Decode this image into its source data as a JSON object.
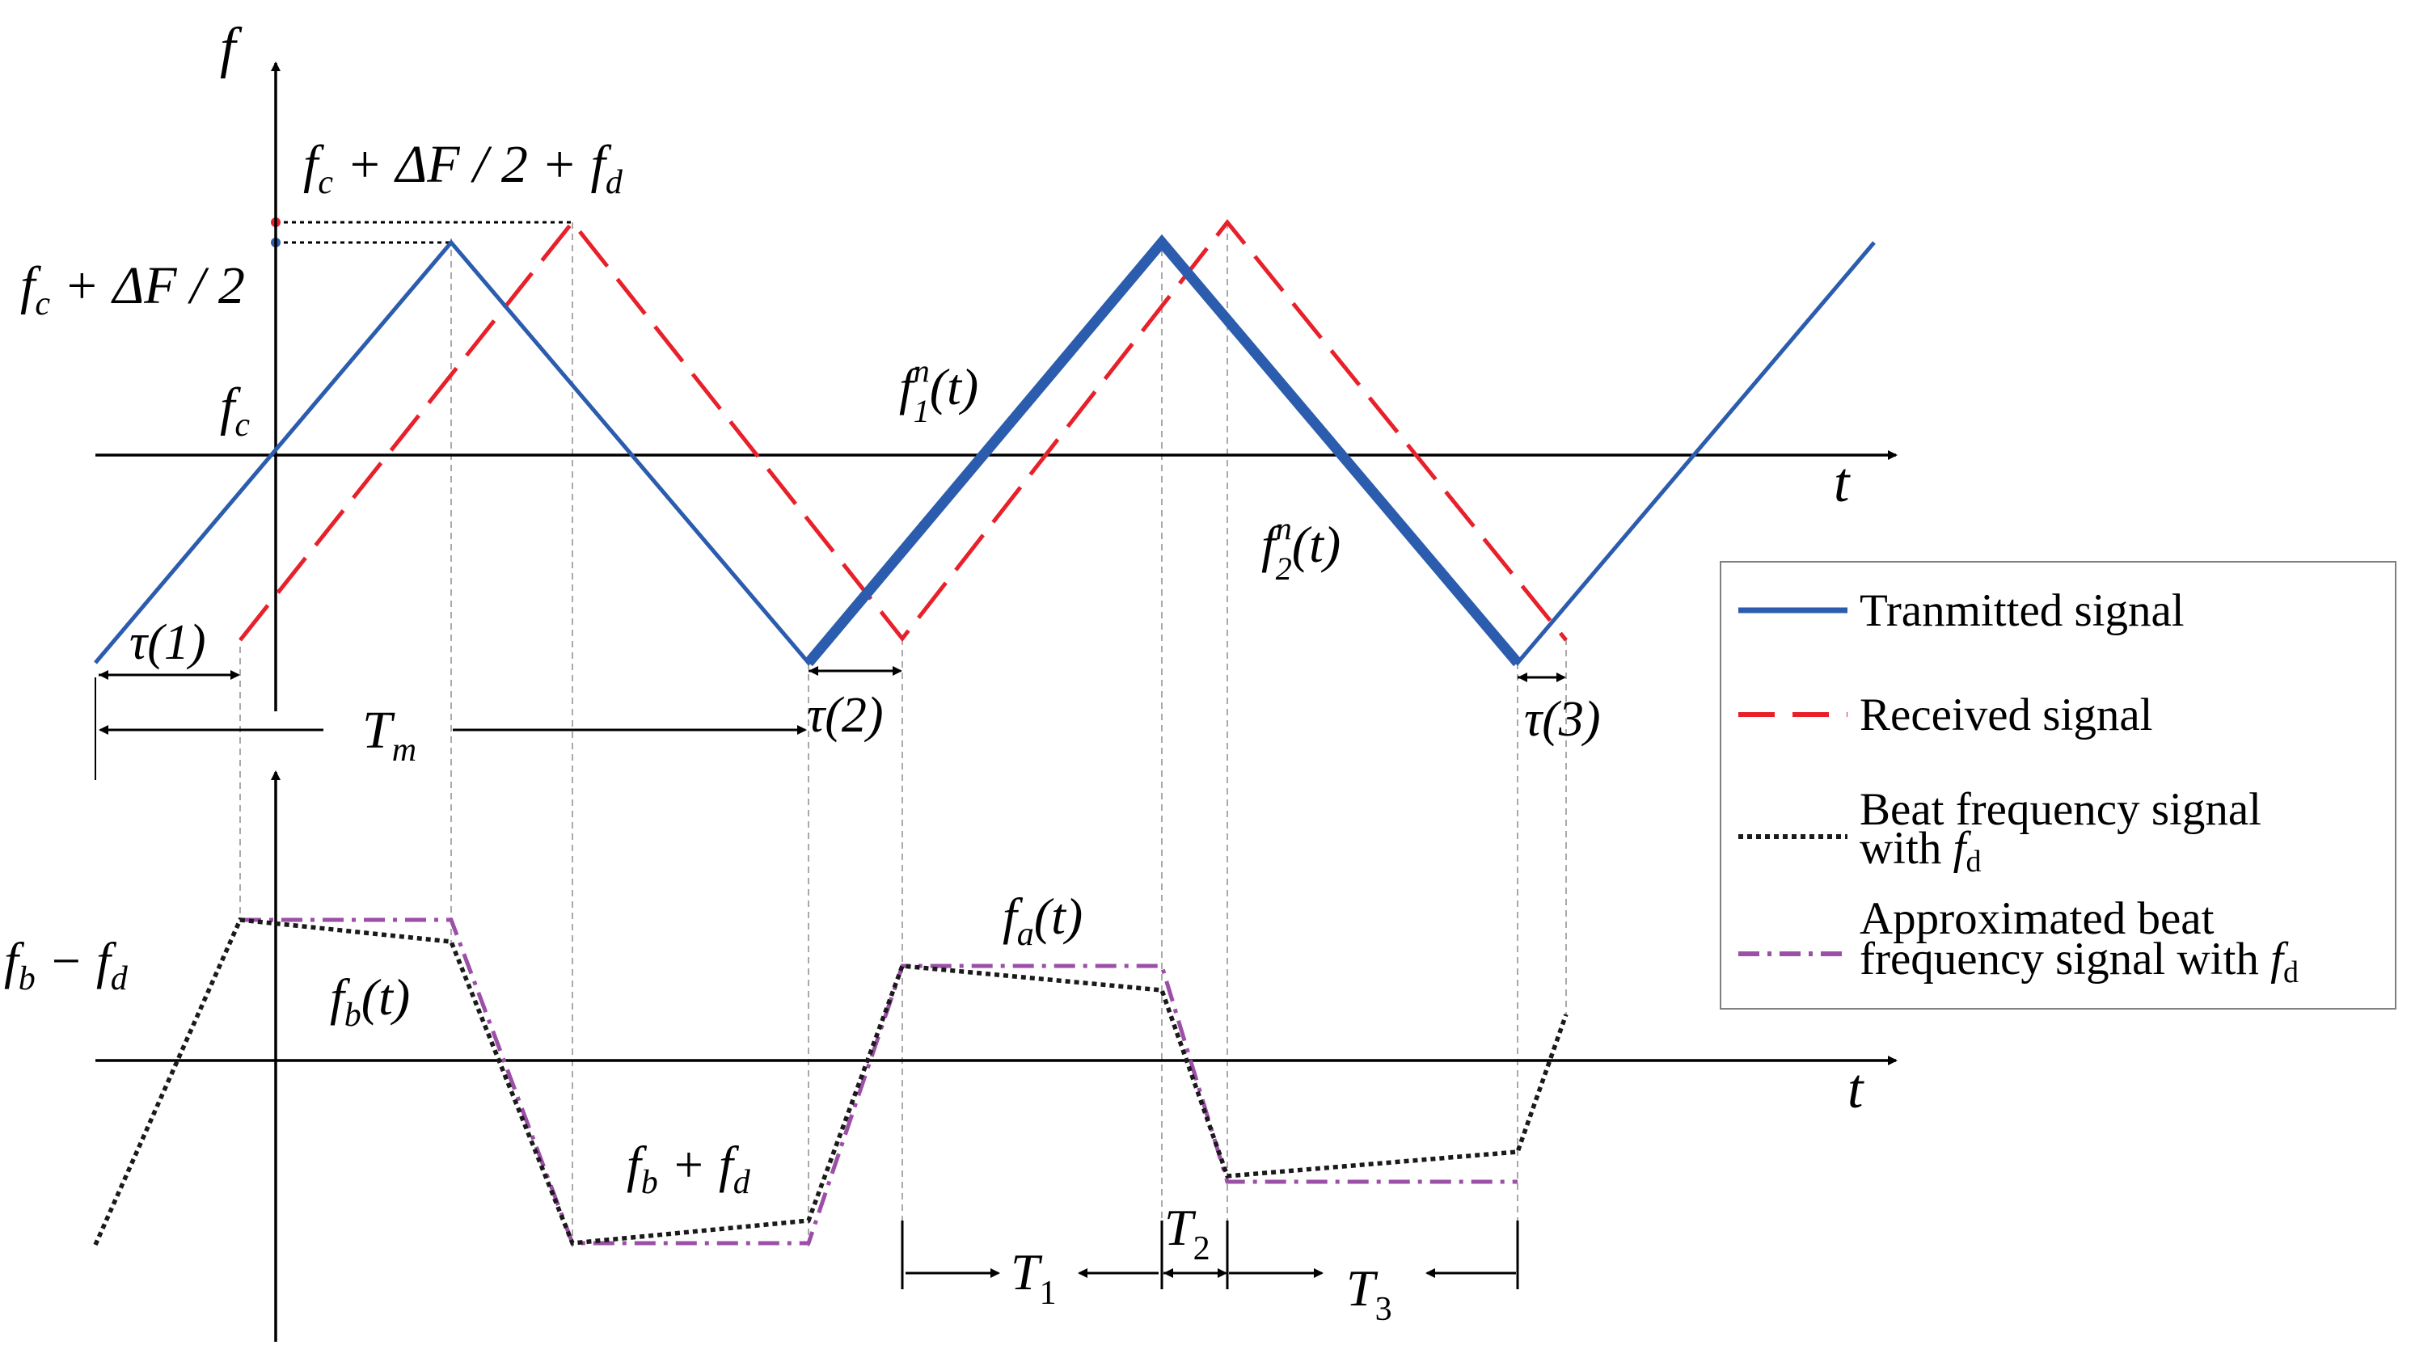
{
  "labels": {
    "f_axis": "f",
    "t_axis_top": "t",
    "t_axis_bottom": "t",
    "fc": "f",
    "fc_sub": "c",
    "fc_plus_half_pre": "f",
    "fc_plus_half_sub": "c",
    "fc_plus_half_rest": " + ΔF / 2",
    "fc_plus_half_fd_pre": "f",
    "fc_plus_half_fd_sub": "c",
    "fc_plus_half_fd_mid": " + ΔF / 2 + f",
    "fc_plus_half_fd_sub2": "d",
    "f1n": "f",
    "f1n_sub": "1",
    "f1n_sup": "n",
    "f1n_arg": "(t)",
    "f2n": "f",
    "f2n_sub": "2",
    "f2n_sup": "n",
    "f2n_arg": "(t)",
    "tau1": "τ(1)",
    "tau2": "τ(2)",
    "tau3": "τ(3)",
    "Tm": "T",
    "Tm_sub": "m",
    "fb_minus_fd_pre": "f",
    "fb_minus_fd_sub": "b",
    "fb_minus_fd_mid": " − f",
    "fb_minus_fd_sub2": "d",
    "fbt": "f",
    "fbt_sub": "b",
    "fbt_arg": "(t)",
    "fb_plus_fd_pre": "f",
    "fb_plus_fd_sub": "b",
    "fb_plus_fd_mid": " + f",
    "fb_plus_fd_sub2": "d",
    "fat": "f",
    "fat_sub": "a",
    "fat_arg": "(t)",
    "T1": "T",
    "T1_sub": "1",
    "T2": "T",
    "T2_sub": "2",
    "T3": "T",
    "T3_sub": "3"
  },
  "legend": {
    "transmitted": "Tranmitted signal",
    "received": "Received signal",
    "beat_line1": "Beat frequency signal",
    "beat_line2": "with ",
    "beat_fd": "f",
    "beat_fd_sub": "d",
    "approx_line1": "Approximated beat",
    "approx_line2": "frequency signal with ",
    "approx_fd": "f",
    "approx_fd_sub": "d"
  },
  "colors": {
    "transmitted": "#2b5cad",
    "received": "#e8202a",
    "beat": "#1a1a1a",
    "approx": "#9b4fa6",
    "axis": "#000000",
    "guide": "#a0a0a0"
  }
}
